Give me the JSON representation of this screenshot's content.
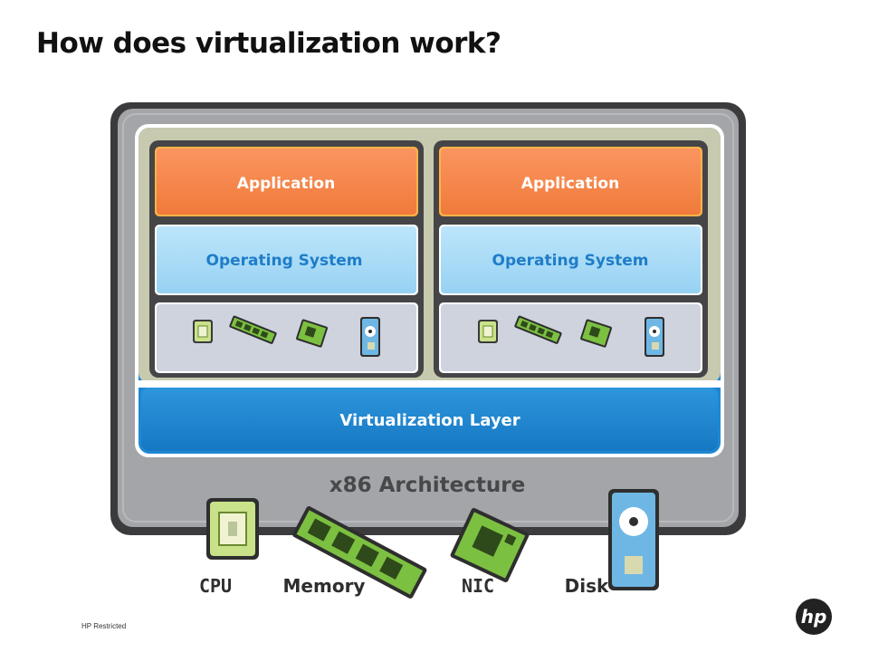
{
  "title": "How does virtualization work?",
  "vms": [
    {
      "application": "Application",
      "os": "Operating System"
    },
    {
      "application": "Application",
      "os": "Operating System"
    }
  ],
  "virtualization_layer": "Virtualization Layer",
  "architecture": "x86 Architecture",
  "hardware": [
    "CPU",
    "Memory",
    "NIC",
    "Disk"
  ],
  "footer": "HP Restricted",
  "logo_text": "hp",
  "colors": {
    "application": "#F58345",
    "operating_system": "#A9DBF7",
    "virtual_hardware": "#CED3DE",
    "virtualization_layer": "#1E88D3",
    "architecture": "#A3A5A8",
    "hardware_green": "#7CC041",
    "hp_logo": "#222222"
  }
}
